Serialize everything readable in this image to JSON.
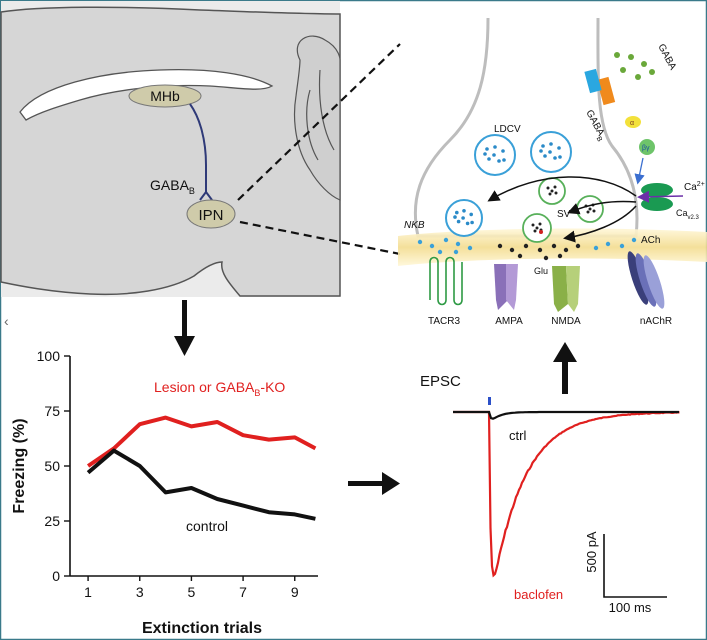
{
  "brain": {
    "mhb_label": "MHb",
    "gaba_b_label": "GABA",
    "gaba_b_sub": "B",
    "ipn_label": "IPN"
  },
  "synapse": {
    "ldcv_label": "LDCV",
    "sv_label": "SV",
    "gaba_label": "GABA",
    "gaba_b_receptor_label": "GABA",
    "gaba_b_receptor_sub": "B",
    "alpha_label": "α",
    "beta_gamma_label": "βγ",
    "ca_label": "Ca",
    "ca_sup": "2+",
    "cav_label": "Ca",
    "cav_sub": "v2.3",
    "nkb_label": "NKB",
    "glu_label": "Glu",
    "ach_label": "ACh",
    "receptors": [
      "TACR3",
      "AMPA",
      "NMDA",
      "nAChR"
    ]
  },
  "epsc": {
    "title": "EPSC",
    "ctrl_label": "ctrl",
    "baclofen_label": "baclofen",
    "scale_y_label": "500 pA",
    "scale_x_label": "100 ms",
    "colors": {
      "ctrl": "#111111",
      "baclofen": "#e0201f",
      "stim": "#2c50c8"
    }
  },
  "chart_data": {
    "type": "line",
    "xlabel": "Extinction trials",
    "ylabel": "Freezing (%)",
    "xlim": [
      0.3,
      9.9
    ],
    "ylim": [
      0,
      100
    ],
    "xticks": [
      1,
      3,
      5,
      7,
      9
    ],
    "yticks": [
      0,
      25,
      50,
      75,
      100
    ],
    "legend_text": "Lesion or GABA",
    "legend_sub": "B",
    "legend_suffix": "-KO",
    "series": [
      {
        "name": "Lesion or GABAB-KO",
        "color": "#e0201f",
        "x": [
          1,
          2,
          3,
          4,
          5,
          6,
          7,
          8,
          9,
          9.8
        ],
        "values": [
          50,
          58,
          69,
          72,
          68,
          70,
          64,
          62,
          63,
          58
        ]
      },
      {
        "name": "control",
        "color": "#111111",
        "x": [
          1,
          2,
          3,
          4,
          5,
          6,
          7,
          8,
          9,
          9.8
        ],
        "values": [
          47,
          57,
          50,
          38,
          40,
          35,
          32,
          29,
          28,
          26
        ]
      }
    ],
    "control_label": "control"
  }
}
